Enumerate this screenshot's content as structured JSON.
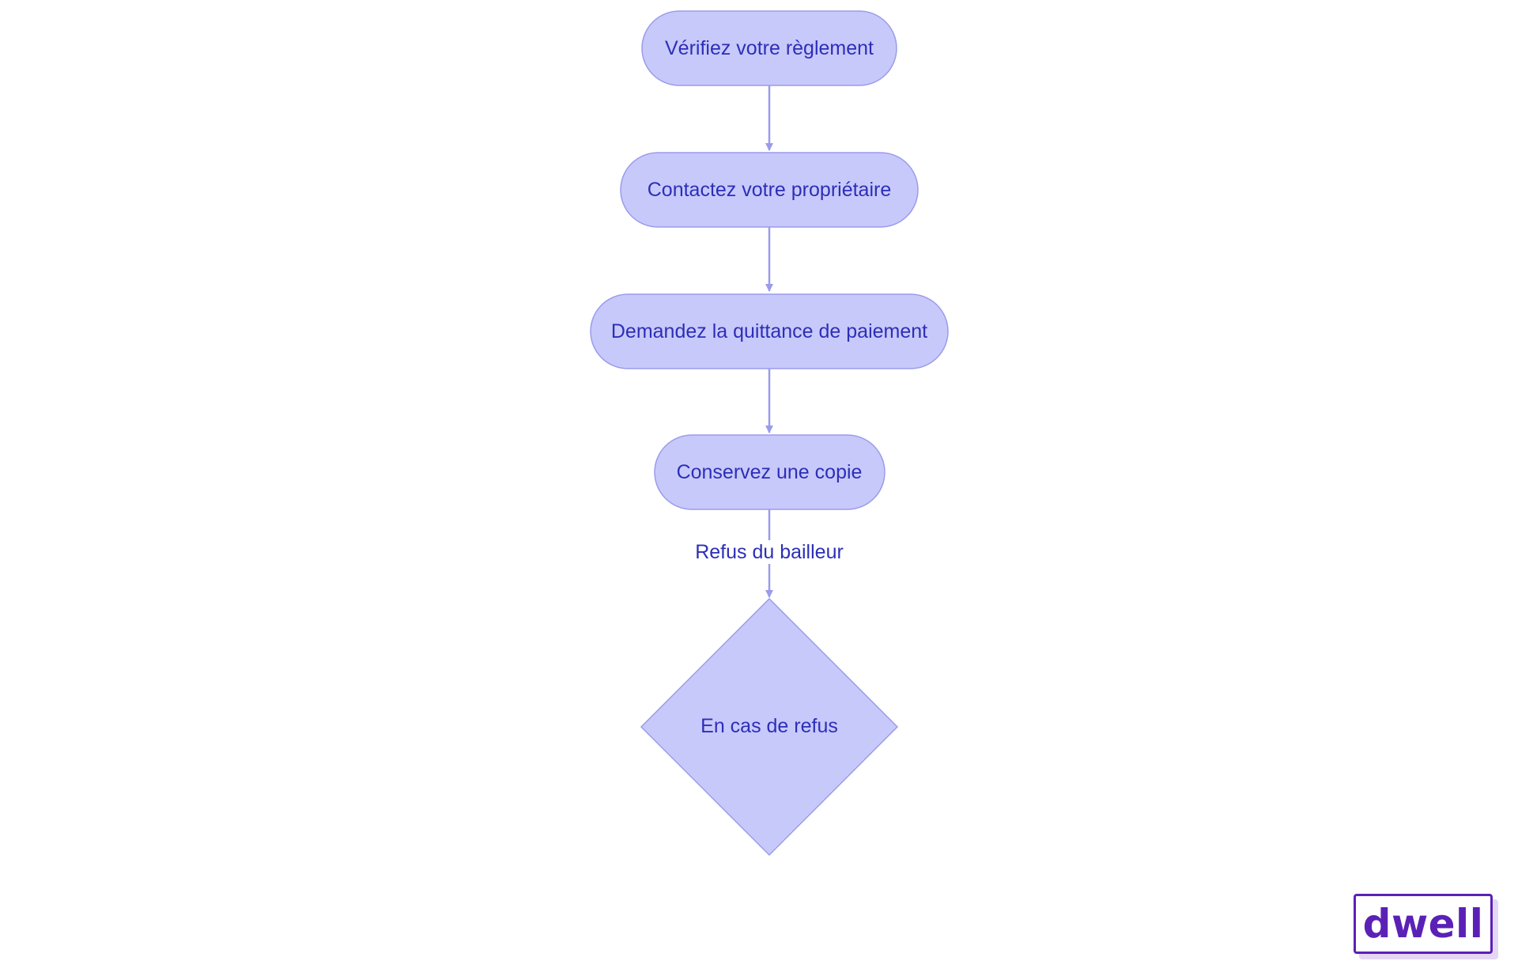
{
  "colors": {
    "node_fill": "#c8c9fb",
    "node_stroke": "#9a9cea",
    "text": "#2c2fb7",
    "edge": "#9a9cea",
    "logo": "#5b21b6"
  },
  "nodes": [
    {
      "id": "n1",
      "shape": "rounded",
      "label": "Vérifiez votre règlement"
    },
    {
      "id": "n2",
      "shape": "rounded",
      "label": "Contactez votre propriétaire"
    },
    {
      "id": "n3",
      "shape": "rounded",
      "label": "Demandez la quittance de paiement"
    },
    {
      "id": "n4",
      "shape": "rounded",
      "label": "Conservez une copie"
    },
    {
      "id": "n5",
      "shape": "diamond",
      "label": "En cas de refus"
    }
  ],
  "edges": [
    {
      "from": "n1",
      "to": "n2",
      "label": ""
    },
    {
      "from": "n2",
      "to": "n3",
      "label": ""
    },
    {
      "from": "n3",
      "to": "n4",
      "label": ""
    },
    {
      "from": "n4",
      "to": "n5",
      "label": "Refus du bailleur"
    }
  ],
  "logo": {
    "text": "dwell"
  }
}
